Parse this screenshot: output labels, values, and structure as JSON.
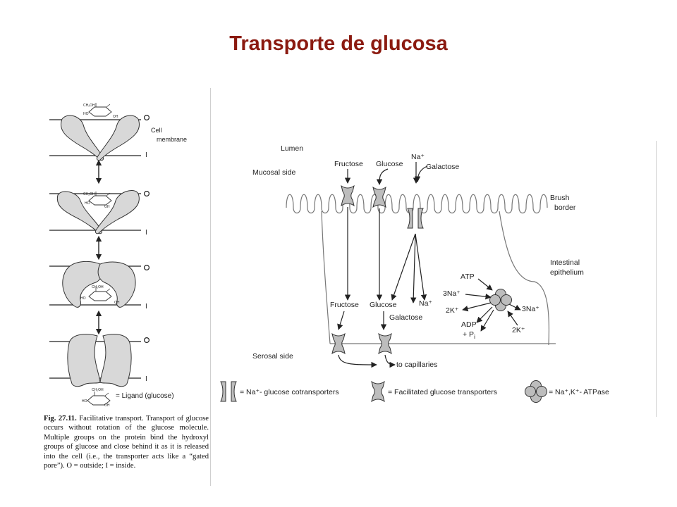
{
  "title": "Transporte de glucosa",
  "left_figure": {
    "labels": {
      "outside": "O",
      "inside": "I",
      "cell_line1": "Cell",
      "cell_line2": "membrane",
      "ligand_legend": "= Ligand (glucose)",
      "ch2oh": "CH₂OH",
      "ho": "HO",
      "oh": "OH",
      "o": "O"
    },
    "caption_bold": "Fig. 27.11.",
    "caption_text": "Facilitative transport. Transport of glucose occurs without rotation of the glucose molecule. Multiple groups on the protein bind the hydroxyl groups of glucose and close behind it as it is released into the cell (i.e., the transporter acts like a “gated pore”). O = outside; I = inside."
  },
  "right_figure": {
    "labels": {
      "lumen": "Lumen",
      "mucosal_side": "Mucosal side",
      "serosal_side": "Serosal side",
      "brush_border_1": "Brush",
      "brush_border_2": "border",
      "intestinal_1": "Intestinal",
      "intestinal_2": "epithelium",
      "fructose_top": "Fructose",
      "glucose_top": "Glucose",
      "na_top": "Na⁺",
      "galactose_top": "Galactose",
      "fructose_mid": "Fructose",
      "glucose_mid": "Glucose",
      "galactose_mid": "Galactose",
      "na_mid": "Na⁺",
      "atp": "ATP",
      "na3_in": "3Na⁺",
      "k2_out": "2K⁺",
      "adp_1": "ADP",
      "adp_2": "+ P",
      "adp_sub": "i",
      "na3_out": "3Na⁺",
      "k2_in": "2K⁺",
      "to_capillaries": "to capillaries"
    },
    "legend": {
      "cotransporter": "= Na⁺- glucose cotransporters",
      "facilitated": "= Facilitated glucose transporters",
      "atpase": "= Na⁺,K⁺- ATPase"
    }
  }
}
